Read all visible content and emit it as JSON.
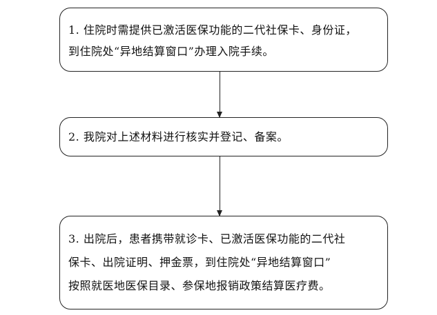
{
  "steps": [
    {
      "lines": [
        "1. 住院时需提供已激活医保功能的二代社保卡、身份证，",
        "到住院处“异地结算窗口”办理入院手续。"
      ]
    },
    {
      "lines": [
        "2. 我院对上述材料进行核实并登记、备案。"
      ]
    },
    {
      "lines": [
        "3. 出院后，患者携带就诊卡、已激活医保功能的二代社",
        "保卡、出院证明、押金票，到住院处“异地结算窗口”",
        "按照就医地医保目录、参保地报销政策结算医疗费。"
      ]
    }
  ]
}
